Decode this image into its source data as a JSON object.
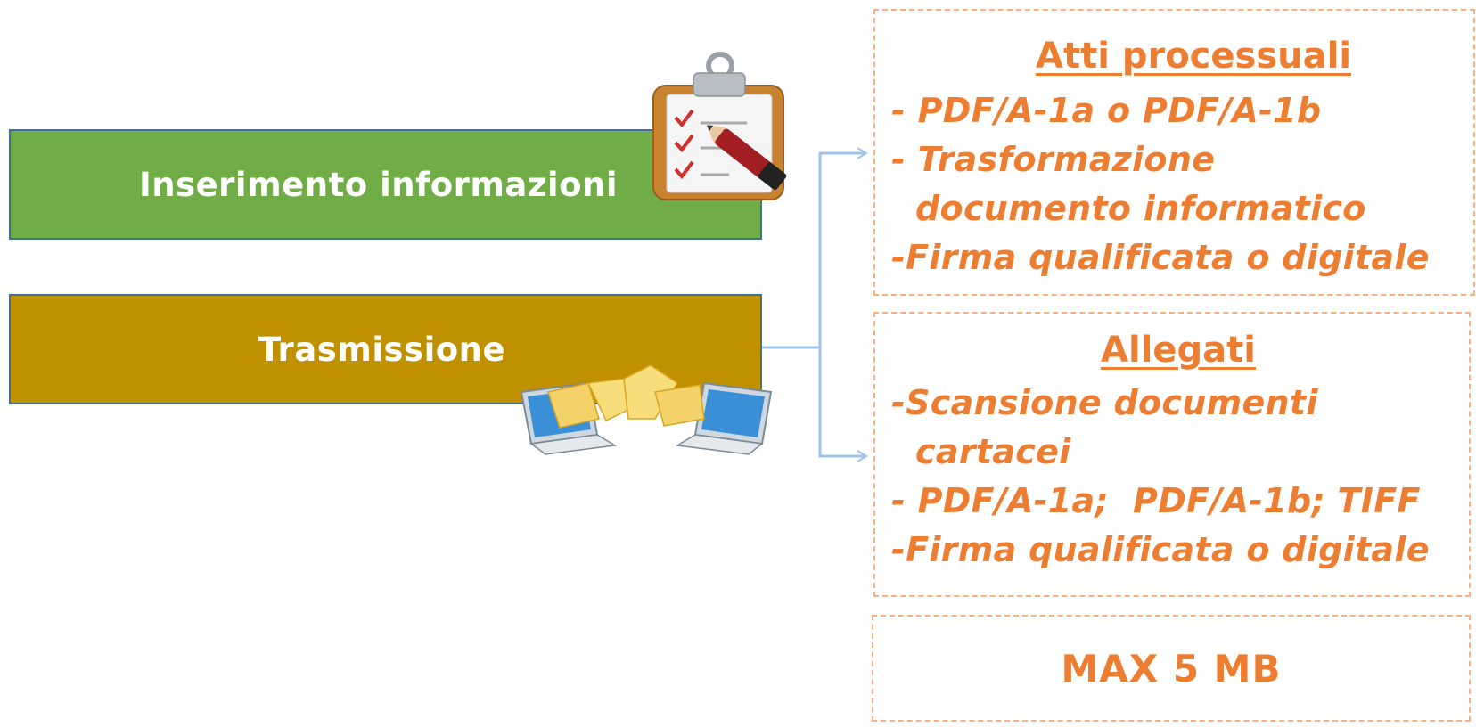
{
  "blocks": {
    "insert_label": "Inserimento informazioni",
    "transmission_label": "Trasmissione"
  },
  "atti": {
    "title": "Atti processuali",
    "lines": [
      "- PDF/A-1a o PDF/A-1b",
      "- Trasformazione",
      "  documento informatico",
      "-Firma qualificata o digitale"
    ]
  },
  "allegati": {
    "title": "Allegati",
    "lines": [
      "-Scansione documenti",
      "  cartacei",
      "- PDF/A-1a;  PDF/A-1b; TIFF",
      "-Firma qualificata o digitale"
    ]
  },
  "max": {
    "label": "MAX 5 MB"
  },
  "icons": [
    "clipboard-checklist-icon",
    "laptops-file-transfer-icon"
  ],
  "colors": {
    "insert_block": "#70ad47",
    "transmission_block": "#bf9000",
    "accent_text": "#ed7d31",
    "dashed_border": "#f4b183",
    "connector": "#9dc3e6"
  }
}
